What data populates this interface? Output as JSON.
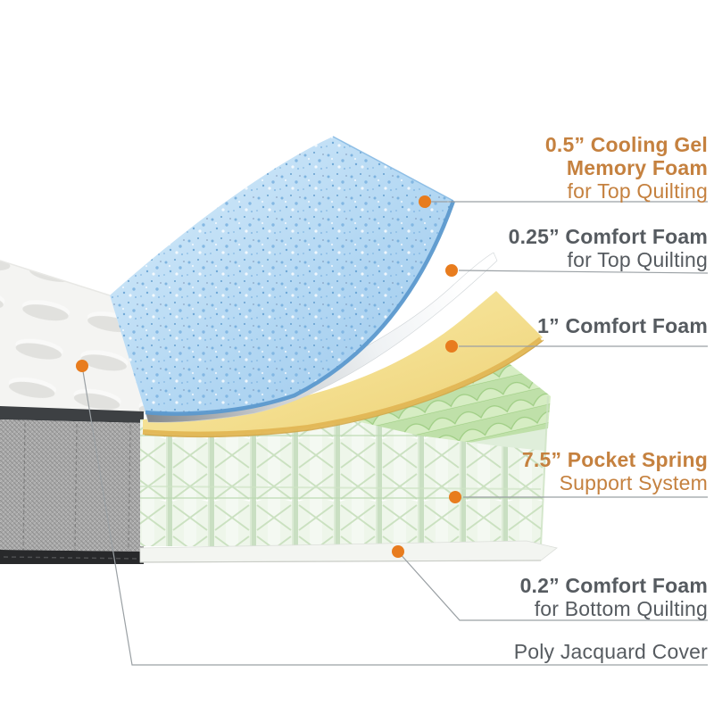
{
  "page": {
    "title": "Mattress layers cutaway diagram"
  },
  "colors": {
    "orange": "#c5813f",
    "gray": "#565b60",
    "dot": "#e87c1e",
    "line": "#9aa0a4"
  },
  "callouts": [
    {
      "name": "cooling-gel-memory-foam",
      "accent": "orange",
      "title_line1": "0.5” Cooling Gel",
      "title_line2": "Memory Foam",
      "subtitle": "for Top Quilting"
    },
    {
      "name": "comfort-foam-top-quilting",
      "accent": "gray",
      "title_line1": "0.25” Comfort Foam",
      "subtitle": "for Top Quilting"
    },
    {
      "name": "comfort-foam-one-inch",
      "accent": "gray",
      "title_line1": "1” Comfort Foam"
    },
    {
      "name": "pocket-spring-support",
      "accent": "orange",
      "title_line1": "7.5” Pocket Spring",
      "subtitle": "Support System"
    },
    {
      "name": "comfort-foam-bottom-quilting",
      "accent": "gray",
      "title_line1": "0.2” Comfort Foam",
      "subtitle": "for Bottom Quilting"
    },
    {
      "name": "poly-jacquard-cover",
      "accent": "gray",
      "subtitle": "Poly Jacquard Cover"
    }
  ],
  "illustration": {
    "layers": [
      {
        "name": "cooling-gel-memory-foam-layer",
        "color": "#aed3f1"
      },
      {
        "name": "thin-comfort-foam-layer",
        "color": "#ffffff"
      },
      {
        "name": "comfort-foam-layer",
        "color": "#f2d883"
      },
      {
        "name": "pocket-spring-layer",
        "color": "#dfeeda"
      },
      {
        "name": "bottom-foam-base-layer",
        "color": "#f3f5f1"
      },
      {
        "name": "quilted-top-panel",
        "color": "#f4f4f2"
      },
      {
        "name": "jacquard-cover-side-panel",
        "color": "#a7a7a7"
      }
    ]
  }
}
